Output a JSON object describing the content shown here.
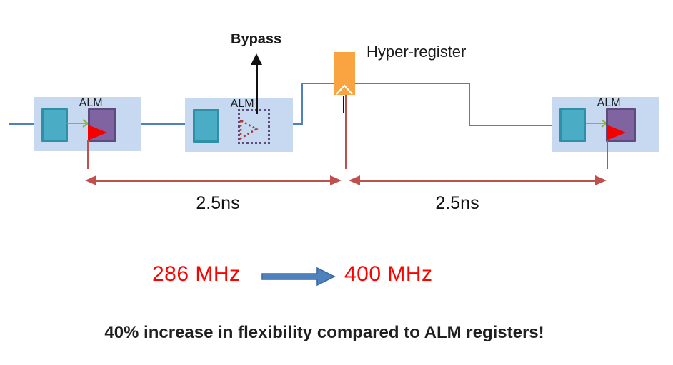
{
  "diagram": {
    "alm_blocks": [
      {
        "label": "ALM",
        "register": "active"
      },
      {
        "label": "ALM",
        "register": "bypassed"
      },
      {
        "label": "ALM",
        "register": "active"
      }
    ],
    "bypass": {
      "label": "Bypass"
    },
    "hyper_register": {
      "label": "Hyper-register"
    },
    "timing": {
      "left_label": "2.5ns",
      "right_label": "2.5ns"
    },
    "frequency": {
      "before": "286 MHz",
      "after": "400 MHz"
    },
    "summary": "40% increase in flexibility compared to ALM registers!",
    "colors": {
      "wire": "#4F81BD",
      "alm_box": "#C6D9F0",
      "lut_fill": "#4BACC6",
      "lut_border": "#2E8FA5",
      "register_fill": "#8064A2",
      "register_border": "#5F4A7E",
      "clock_triangle": "#F50000",
      "lut_arrow_green": "#8DB53C",
      "dimension_red": "#C0504D",
      "hyper_register_fill": "#F9A440",
      "frequency_text": "#FF0000",
      "flow_arrow": "#4F81BD",
      "bypass_arrow": "#111111"
    }
  }
}
